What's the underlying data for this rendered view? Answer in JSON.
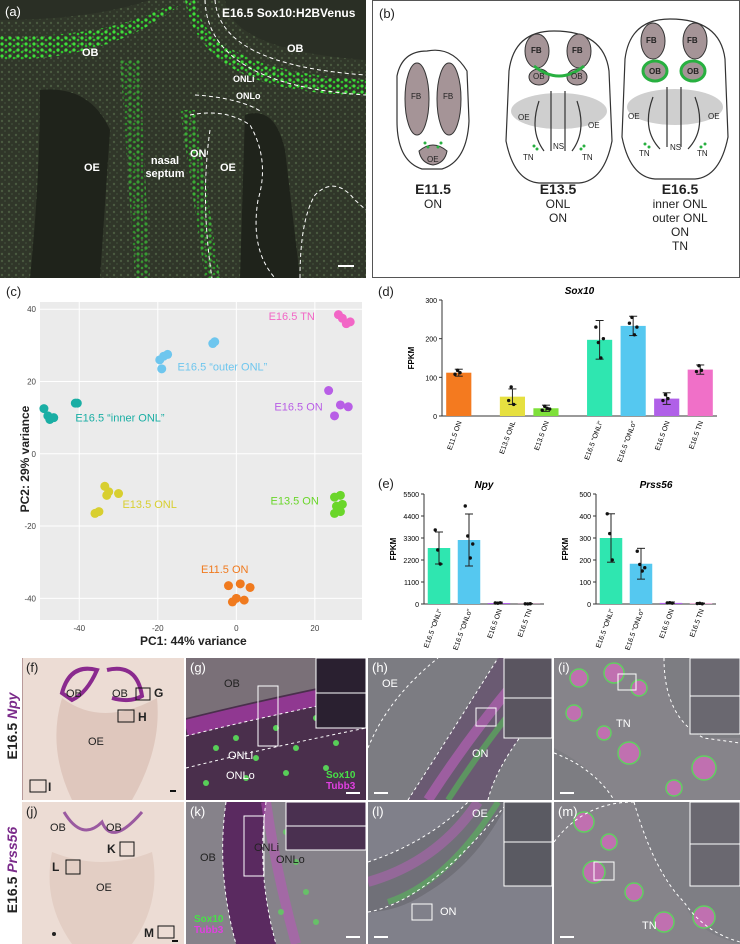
{
  "panel_a": {
    "label": "(a)",
    "title": "E16.5 Sox10:H2BVenus",
    "labels": [
      "OB",
      "OB",
      "ONLi",
      "ONLo",
      "OE",
      "nasal septum",
      "ON",
      "OE"
    ]
  },
  "panel_b": {
    "label": "(b)",
    "stages": [
      {
        "stage": "E11.5",
        "lines": [
          "ON"
        ],
        "marks": [
          "FB",
          "FB",
          "OE"
        ]
      },
      {
        "stage": "E13.5",
        "lines": [
          "ONL",
          "ON"
        ],
        "marks": [
          "FB",
          "FB",
          "OB",
          "OB",
          "OE",
          "OE",
          "NS",
          "TN",
          "TN"
        ]
      },
      {
        "stage": "E16.5",
        "lines": [
          "inner ONL",
          "outer ONL",
          "ON",
          "TN"
        ],
        "marks": [
          "FB",
          "FB",
          "OB",
          "OB",
          "OE",
          "OE",
          "NS",
          "TN",
          "TN"
        ]
      }
    ]
  },
  "panel_c": {
    "label": "(c)",
    "xlabel": "PC1: 44% variance",
    "ylabel": "PC2: 29% variance"
  },
  "panel_d": {
    "label": "(d)"
  },
  "panel_e": {
    "label": "(e)"
  },
  "panel_f": {
    "label": "(f)",
    "side": "E16.5",
    "gene": "Npy",
    "labels": [
      "OB",
      "OB",
      "OE"
    ],
    "boxes": [
      "G",
      "H",
      "I"
    ]
  },
  "panel_g": {
    "label": "(g)",
    "labels": [
      "OB",
      "ONLi",
      "ONLo"
    ],
    "legend": [
      "Sox10",
      "Tubb3"
    ]
  },
  "panel_h": {
    "label": "(h)",
    "labels": [
      "OE",
      "ON"
    ]
  },
  "panel_i": {
    "label": "(i)",
    "labels": [
      "TN"
    ]
  },
  "panel_j": {
    "label": "(j)",
    "side": "E16.5",
    "gene": "Prss56",
    "labels": [
      "OB",
      "OB",
      "OE"
    ],
    "boxes": [
      "K",
      "L",
      "M"
    ]
  },
  "panel_k": {
    "label": "(k)",
    "labels": [
      "OB",
      "ONLi",
      "ONLo"
    ],
    "legend": [
      "Sox10",
      "Tubb3"
    ]
  },
  "panel_l": {
    "label": "(l)",
    "labels": [
      "OE",
      "ON"
    ]
  },
  "panel_m": {
    "label": "(m)",
    "labels": [
      "TN"
    ]
  },
  "colors": {
    "E11.5 ON": "#f47a1f",
    "E13.5 ONL": "#e6e040",
    "E13.5 ON": "#7ee03a",
    "E16.5 ONLi": "#2fe6b0",
    "E16.5 ONLo": "#55c8f0",
    "E16.5 ON": "#b060e8",
    "E16.5 TN": "#f070c8",
    "pca_inner": "#1aaea4",
    "pca_outer": "#6ec6ee",
    "pca_e135onl": "#d8cf30",
    "pca_e135on": "#6ad62a",
    "pca_e115": "#f07a1e",
    "pca_e165on": "#b85ee6",
    "pca_tn": "#f266c6",
    "green": "#48e048",
    "magenta": "#e040e0",
    "purple": "#7a2a8a"
  },
  "chart_data": [
    {
      "type": "scatter",
      "id": "pca",
      "xlabel": "PC1: 44% variance",
      "ylabel": "PC2: 29% variance",
      "xlim": [
        -50,
        32
      ],
      "ylim": [
        -46,
        42
      ],
      "xticks": [
        -40,
        -20,
        0,
        20
      ],
      "yticks": [
        -40,
        -20,
        0,
        20,
        40
      ],
      "grid": true,
      "series": [
        {
          "name": "E16.5 “outer ONL”",
          "color": "#6ec6ee",
          "points": [
            [
              -19.5,
              26
            ],
            [
              -18.5,
              27
            ],
            [
              -19,
              23.5
            ],
            [
              -17.5,
              27.5
            ],
            [
              -6,
              30.5
            ],
            [
              -5.5,
              31
            ]
          ]
        },
        {
          "name": "E16.5 TN",
          "color": "#f266c6",
          "points": [
            [
              26,
              38.5
            ],
            [
              27,
              37.5
            ],
            [
              28,
              36
            ],
            [
              29,
              36.5
            ]
          ]
        },
        {
          "name": "E16.5 “inner ONL”",
          "color": "#1aaea4",
          "points": [
            [
              -49,
              12.5
            ],
            [
              -48,
              10.5
            ],
            [
              -47.5,
              9.5
            ],
            [
              -46.5,
              10
            ],
            [
              -41,
              14
            ],
            [
              -40.5,
              14
            ]
          ]
        },
        {
          "name": "E16.5 ON",
          "color": "#b85ee6",
          "points": [
            [
              23.5,
              17.5
            ],
            [
              26.5,
              13.5
            ],
            [
              28.5,
              13
            ],
            [
              25,
              10.5
            ]
          ]
        },
        {
          "name": "E13.5 ONL",
          "color": "#d8cf30",
          "points": [
            [
              -33.5,
              -9
            ],
            [
              -32.5,
              -10.5
            ],
            [
              -33,
              -11.5
            ],
            [
              -30,
              -11
            ],
            [
              -36,
              -16.5
            ],
            [
              -35,
              -16
            ]
          ]
        },
        {
          "name": "E13.5 ON",
          "color": "#6ad62a",
          "points": [
            [
              25,
              -12
            ],
            [
              26.5,
              -11.5
            ],
            [
              25.5,
              -14.5
            ],
            [
              27,
              -14
            ],
            [
              25,
              -16.5
            ],
            [
              26.5,
              -16
            ]
          ]
        },
        {
          "name": "E11.5 ON",
          "color": "#f07a1e",
          "points": [
            [
              -2,
              -36.5
            ],
            [
              1,
              -36
            ],
            [
              3.5,
              -37
            ],
            [
              0,
              -40
            ],
            [
              2,
              -40.5
            ],
            [
              -1,
              -41
            ]
          ]
        }
      ]
    },
    {
      "type": "bar",
      "id": "sox10",
      "title": "Sox10",
      "ylabel": "FPKM",
      "ylim": [
        0,
        300
      ],
      "yticks": [
        0,
        100,
        200,
        300
      ],
      "categories": [
        "E11.5 ON",
        "E13.5 ONL",
        "E13.5 ON",
        "E16.5 “ONLi”",
        "E16.5 “ONLo”",
        "E16.5 ON",
        "E16.5 TN"
      ],
      "values": [
        112,
        50,
        20,
        197,
        233,
        45,
        120
      ],
      "errors": [
        9,
        20,
        8,
        50,
        25,
        15,
        12
      ],
      "colors": [
        "#f47a1f",
        "#e6e040",
        "#7ee03a",
        "#2fe6b0",
        "#55c8f0",
        "#b060e8",
        "#f070c8"
      ],
      "points": [
        [
          108,
          118,
          112
        ],
        [
          40,
          75,
          30
        ],
        [
          15,
          25,
          20,
          18
        ],
        [
          230,
          190,
          150,
          200
        ],
        [
          240,
          255,
          210,
          230
        ],
        [
          40,
          55,
          45
        ],
        [
          115,
          130,
          118
        ]
      ]
    },
    {
      "type": "bar",
      "id": "npy",
      "title": "Npy",
      "ylabel": "FPKM",
      "ylim": [
        0,
        5500
      ],
      "yticks": [
        0,
        1100,
        2200,
        3300,
        4400,
        5500
      ],
      "categories": [
        "E16.5 “ONLi”",
        "E16.5 “ONLo”",
        "E16.5 ON",
        "E16.5 TN"
      ],
      "values": [
        2800,
        3200,
        50,
        10
      ],
      "errors": [
        800,
        1300,
        40,
        10
      ],
      "colors": [
        "#2fe6b0",
        "#55c8f0",
        "#b060e8",
        "#f070c8"
      ],
      "points": [
        [
          3700,
          2700,
          2000
        ],
        [
          4900,
          3400,
          2300,
          3000
        ],
        [
          50,
          40,
          60
        ],
        [
          10,
          5,
          15
        ]
      ]
    },
    {
      "type": "bar",
      "id": "prss56",
      "title": "Prss56",
      "ylabel": "FPKM",
      "ylim": [
        0,
        500
      ],
      "yticks": [
        0,
        100,
        200,
        300,
        400,
        500
      ],
      "categories": [
        "E16.5 “ONLi”",
        "E16.5 “ONLo”",
        "E16.5 ON",
        "E16.5 TN"
      ],
      "values": [
        300,
        183,
        5,
        2
      ],
      "errors": [
        110,
        70,
        4,
        2
      ],
      "colors": [
        "#2fe6b0",
        "#55c8f0",
        "#b060e8",
        "#f070c8"
      ],
      "points": [
        [
          410,
          320,
          200
        ],
        [
          240,
          180,
          150,
          165
        ],
        [
          5,
          6,
          4
        ],
        [
          2,
          3,
          1
        ]
      ]
    }
  ]
}
